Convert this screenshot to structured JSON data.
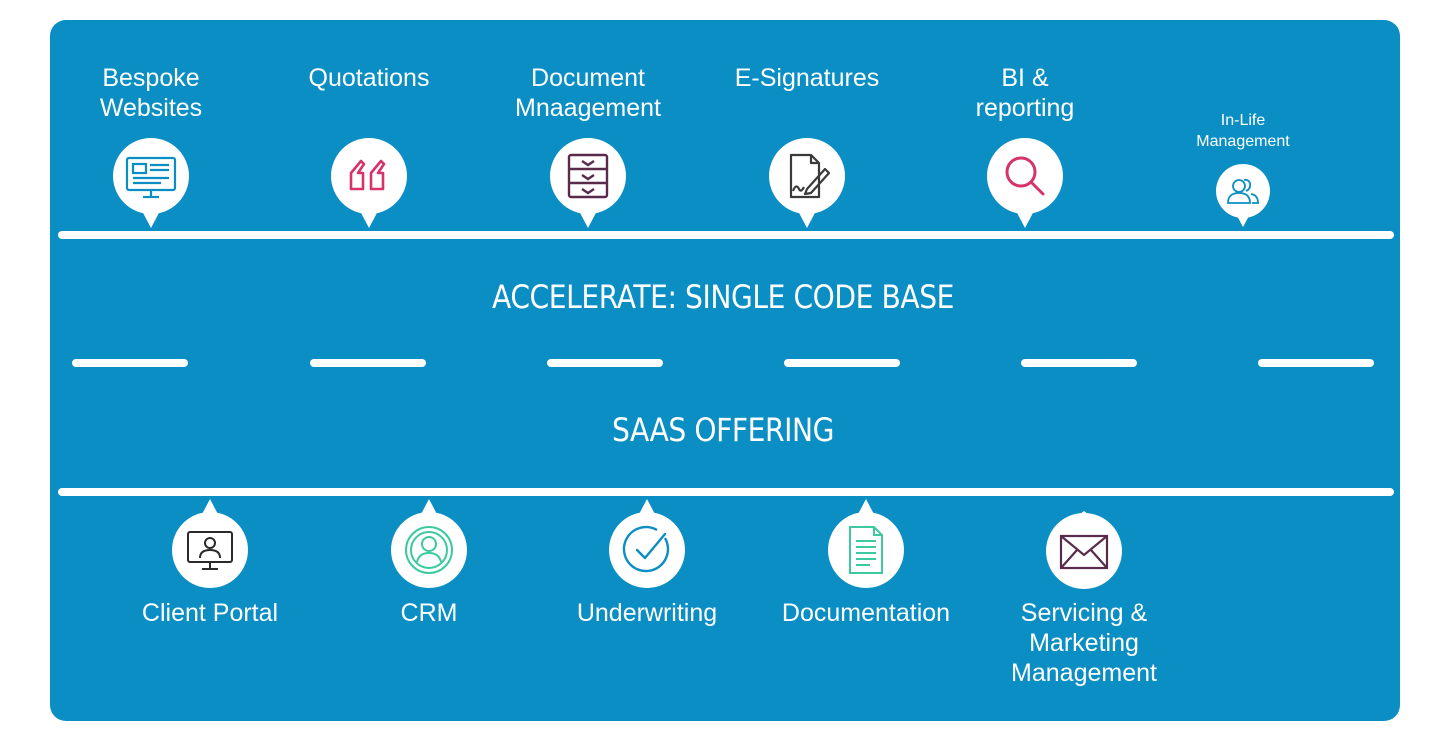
{
  "top_features": [
    {
      "label": "Bespoke Websites",
      "icon": "monitor-icon",
      "color": "#0a8ec3"
    },
    {
      "label": "Quotations",
      "icon": "quote-icon",
      "color": "#d6336c"
    },
    {
      "label": "Document Mnaagement",
      "icon": "filing-cabinet-icon",
      "color": "#5a2a4a"
    },
    {
      "label": "E-Signatures",
      "icon": "signature-document-icon",
      "color": "#3a3a3a"
    },
    {
      "label": "BI & reporting",
      "icon": "magnifier-icon",
      "color": "#d6336c"
    },
    {
      "label": "In-Life Management",
      "icon": "users-icon",
      "color": "#0a8ec3"
    }
  ],
  "layers": {
    "accelerate": "ACCELERATE: SINGLE CODE BASE",
    "saas": "SAAS OFFERING"
  },
  "bottom_features": [
    {
      "label": "Client Portal",
      "icon": "user-monitor-icon",
      "color": "#2a2a2a"
    },
    {
      "label": "CRM",
      "icon": "user-circle-icon",
      "color": "#3cc9a0"
    },
    {
      "label": "Underwriting",
      "icon": "checkmark-circle-icon",
      "color": "#0a8ec3"
    },
    {
      "label": "Documentation",
      "icon": "document-lines-icon",
      "color": "#3cc9a0"
    },
    {
      "label": "Servicing & Marketing Management",
      "icon": "envelope-icon",
      "color": "#5a2a4a"
    }
  ]
}
